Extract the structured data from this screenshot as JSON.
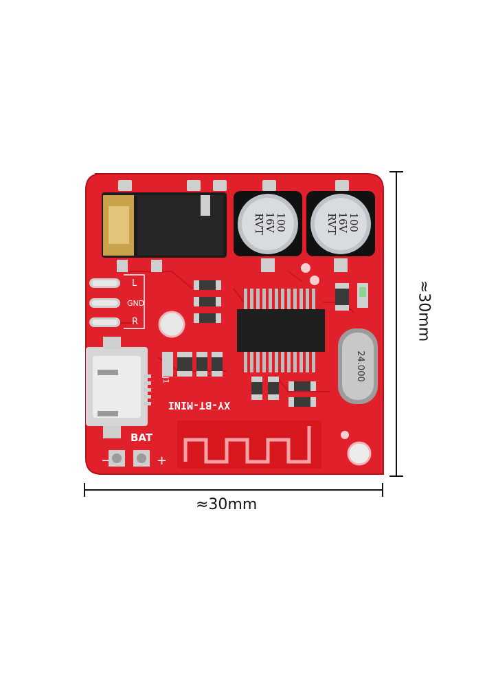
{
  "photo": {
    "subject": "Bluetooth audio receiver board",
    "silkscreen": {
      "model": "XY-BT-MINI",
      "audio_pins": [
        "L",
        "GND",
        "R"
      ],
      "battery_label": "BAT",
      "minus": "−",
      "plus": "+",
      "connector_ref": "J1"
    },
    "capacitors": [
      {
        "value": "100",
        "voltage": "16V",
        "brand": "RVT"
      },
      {
        "value": "100",
        "voltage": "16V",
        "brand": "RVT"
      }
    ],
    "crystal_marking": "24.000",
    "board_color": "#e0202a",
    "pad_color": "#cfcfcf"
  },
  "dimensions": {
    "width_label": "≈30mm",
    "height_label": "≈30mm"
  }
}
